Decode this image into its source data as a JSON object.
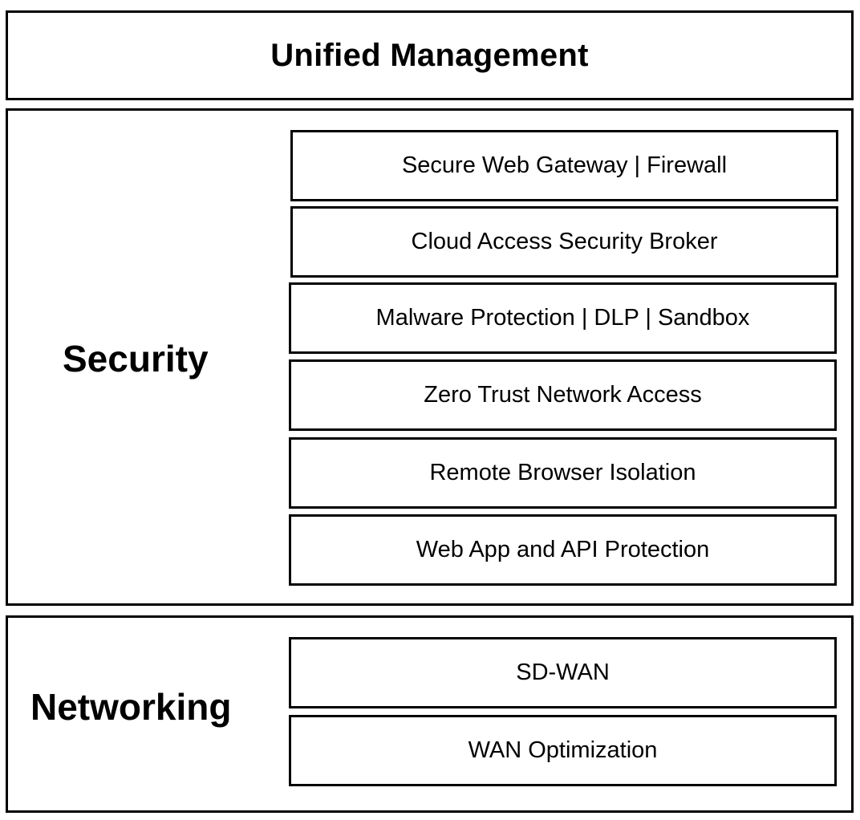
{
  "header": {
    "title": "Unified Management"
  },
  "security": {
    "label": "Security",
    "items": [
      "Secure Web Gateway | Firewall",
      "Cloud Access Security Broker",
      "Malware Protection | DLP | Sandbox",
      "Zero Trust Network Access",
      "Remote Browser Isolation",
      "Web App and API Protection"
    ]
  },
  "networking": {
    "label": "Networking",
    "items": [
      "SD-WAN",
      "WAN Optimization"
    ]
  }
}
